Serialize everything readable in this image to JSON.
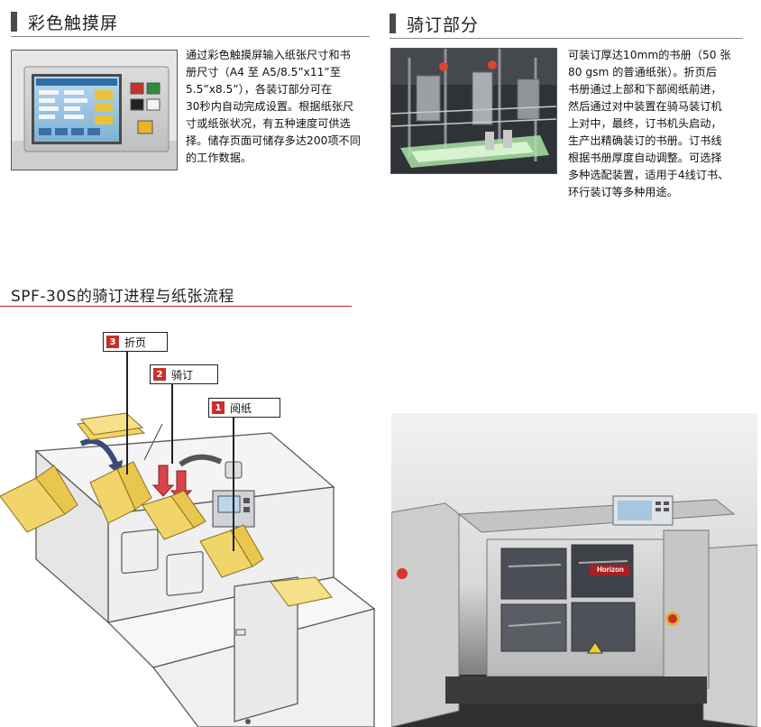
{
  "touchscreen": {
    "title": "彩色触摸屏",
    "body": [
      "通过彩色触摸屏输入纸张尺寸和书",
      "册尺寸（A4 至 A5/8.5”x11”至",
      "5.5”x8.5”），各装订部分可在",
      "30秒内自动完成设置。根据纸张尺",
      "寸或纸张状况，有五种速度可供选",
      "择。储存页面可储存多达200项不同",
      "的工作数据。"
    ]
  },
  "stitching": {
    "title": "骑订部分",
    "body": [
      "可装订厚达10mm的书册（50 张",
      "80 gsm 的普通纸张）。折页后",
      "书册通过上部和下部阅纸前进，",
      "然后通过对中装置在骑马装订机",
      "上对中，最终，订书机头启动，",
      "生产出精确装订的书册。订书线",
      "根据书册厚度自动调整。可选择",
      "多种选配装置，适用于4线订书、",
      "环行装订等多种用途。"
    ]
  },
  "flow": {
    "title": "SPF-30S的骑订进程与纸张流程",
    "steps": [
      {
        "num": "3",
        "label": "折页"
      },
      {
        "num": "2",
        "label": "骑订"
      },
      {
        "num": "1",
        "label": "阅纸"
      }
    ]
  },
  "machine": {
    "brand": "Horizon"
  },
  "colors": {
    "accent_red": "#c9302c",
    "paper_yellow": "#f1d46a",
    "machine_grey": "#d8d8d8"
  }
}
